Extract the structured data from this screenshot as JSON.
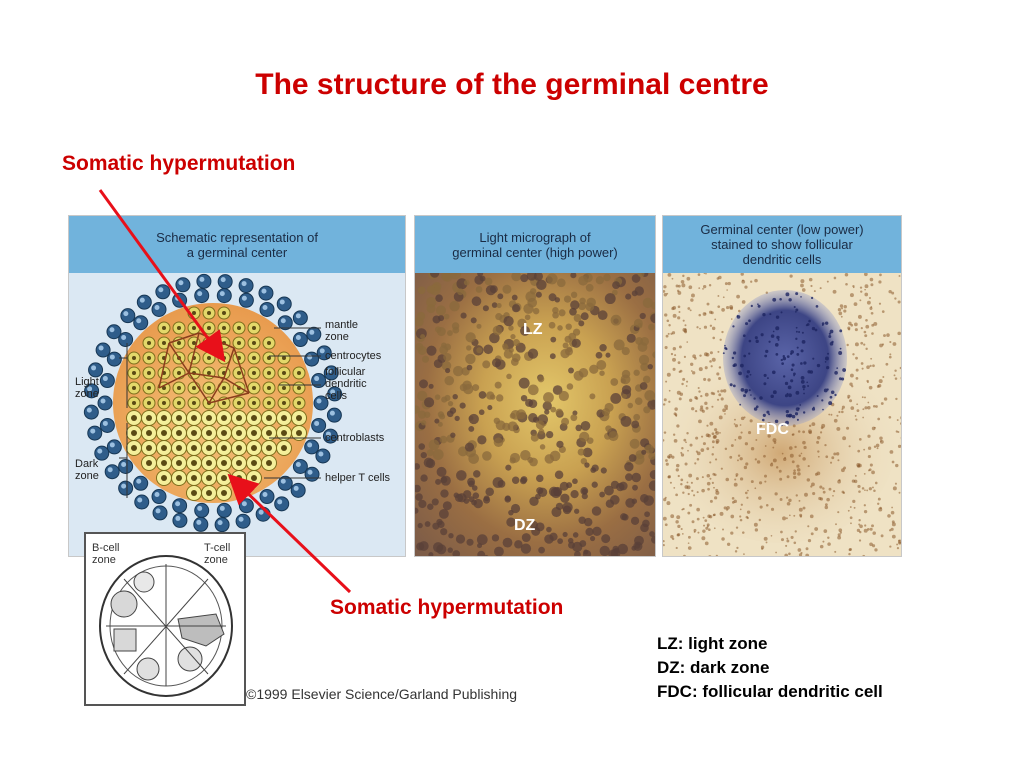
{
  "title": "The structure of the germinal centre",
  "annotations": {
    "top_label": "Somatic hypermutation",
    "bottom_label": "Somatic hypermutation"
  },
  "panels": [
    {
      "header": "Schematic representation of\na germinal center",
      "labels": {
        "mantle_zone": "mantle\nzone",
        "centrocytes": "centrocytes",
        "fdc_cells": "follicular\ndendritic\ncells",
        "light_zone": "Light\nzone",
        "centroblasts": "centroblasts",
        "dark_zone": "Dark\nzone",
        "helper_t": "helper T cells"
      }
    },
    {
      "header": "Light micrograph of\ngerminal center (high power)",
      "labels": {
        "lz": "LZ",
        "dz": "DZ"
      }
    },
    {
      "header": "Germinal center (low power)\nstained to show follicular\ndendritic cells",
      "labels": {
        "fdc": "FDC"
      }
    }
  ],
  "inset": {
    "b_cell_zone": "B-cell\nzone",
    "t_cell_zone": "T-cell\nzone"
  },
  "copyright": "©1999 Elsevier Science/Garland Publishing",
  "legend": [
    "LZ: light zone",
    "DZ: dark zone",
    "FDC: follicular dendritic cell"
  ],
  "colors": {
    "title_red": "#cc0000",
    "panel_header_blue": "#71b3dc",
    "arrow_red": "#e8101a"
  }
}
